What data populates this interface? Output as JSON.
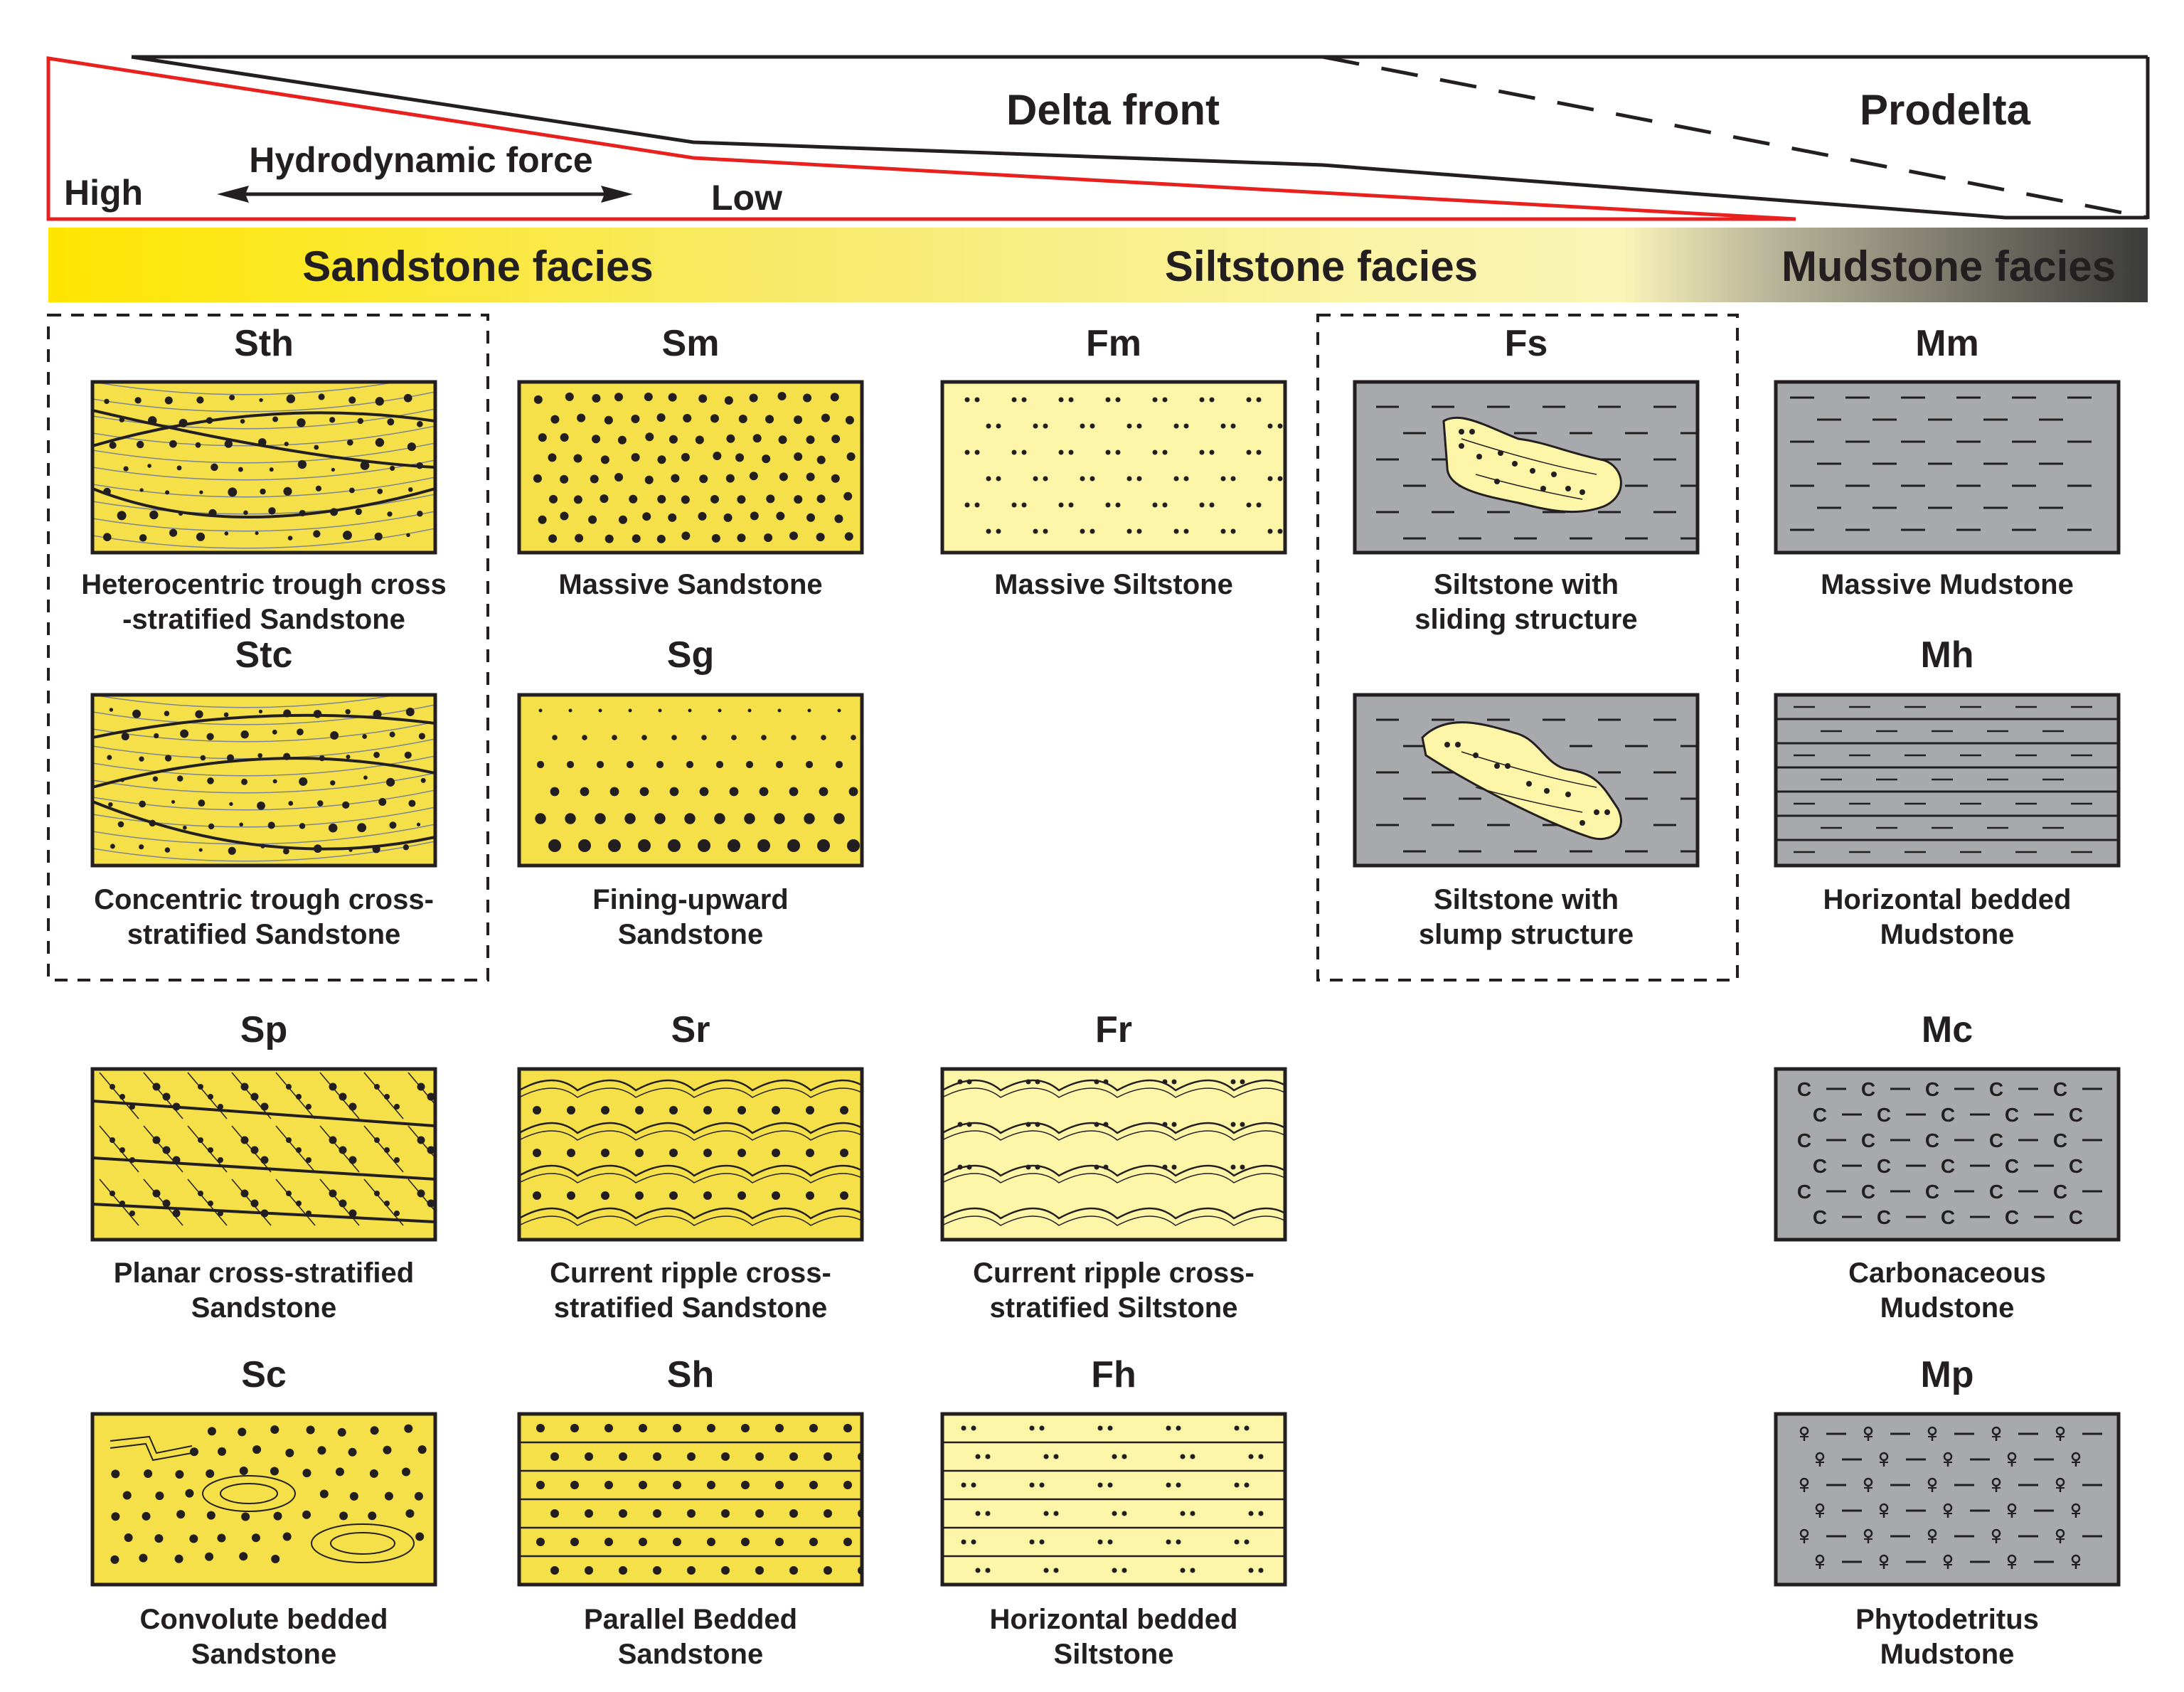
{
  "header": {
    "delta_front": "Delta front",
    "prodelta": "Prodelta",
    "hydrodynamic_force": "Hydrodynamic force",
    "high": "High",
    "low": "Low"
  },
  "band": {
    "sandstone": "Sandstone facies",
    "siltstone": "Siltstone facies",
    "mudstone": "Mudstone facies"
  },
  "facies": [
    {
      "code": "Sth",
      "caption": [
        "Heterocentric trough cross",
        "-stratified Sandstone"
      ],
      "fill": "#f5e04a",
      "pattern": "trough-hetero",
      "grouped": true
    },
    {
      "code": "Sm",
      "caption": [
        "Massive Sandstone"
      ],
      "fill": "#f5e04a",
      "pattern": "massive-sand"
    },
    {
      "code": "Fm",
      "caption": [
        "Massive Siltstone"
      ],
      "fill": "#fdf5a8",
      "pattern": "massive-silt"
    },
    {
      "code": "Fs",
      "caption": [
        "Siltstone with",
        "sliding structure"
      ],
      "fill": "#a7a9ac",
      "pattern": "sliding",
      "grouped": true
    },
    {
      "code": "Mm",
      "caption": [
        "Massive Mudstone"
      ],
      "fill": "#a7a9ac",
      "pattern": "massive-mud"
    },
    {
      "code": "Stc",
      "caption": [
        "Concentric trough cross-",
        "stratified Sandstone"
      ],
      "fill": "#f5e04a",
      "pattern": "trough-conc",
      "grouped": true
    },
    {
      "code": "Sg",
      "caption": [
        "Fining-upward",
        "Sandstone"
      ],
      "fill": "#f5e04a",
      "pattern": "fining"
    },
    {
      "code": "",
      "caption": [
        "Siltstone with",
        "slump structure"
      ],
      "fill": "#a7a9ac",
      "pattern": "slump",
      "grouped": true
    },
    {
      "code": "Mh",
      "caption": [
        "Horizontal bedded",
        "Mudstone"
      ],
      "fill": "#a7a9ac",
      "pattern": "horiz-mud"
    },
    {
      "code": "Sp",
      "caption": [
        "Planar cross-stratified",
        "Sandstone"
      ],
      "fill": "#f5e04a",
      "pattern": "planar"
    },
    {
      "code": "Sr",
      "caption": [
        "Current ripple cross-",
        "stratified Sandstone"
      ],
      "fill": "#f5e04a",
      "pattern": "ripple-sand"
    },
    {
      "code": "Fr",
      "caption": [
        "Current ripple cross-",
        "stratified Siltstone"
      ],
      "fill": "#fdf5a8",
      "pattern": "ripple-silt"
    },
    {
      "code": "Mc",
      "caption": [
        "Carbonaceous",
        "Mudstone"
      ],
      "fill": "#a7a9ac",
      "pattern": "carbon"
    },
    {
      "code": "Sc",
      "caption": [
        "Convolute bedded",
        "Sandstone"
      ],
      "fill": "#f5e04a",
      "pattern": "convolute"
    },
    {
      "code": "Sh",
      "caption": [
        "Parallel Bedded",
        "Sandstone"
      ],
      "fill": "#f5e04a",
      "pattern": "parallel"
    },
    {
      "code": "Fh",
      "caption": [
        "Horizontal bedded",
        "Siltstone"
      ],
      "fill": "#fdf5a8",
      "pattern": "horiz-silt"
    },
    {
      "code": "Mp",
      "caption": [
        "Phytodetritus",
        "Mudstone"
      ],
      "fill": "#a7a9ac",
      "pattern": "phyto"
    }
  ],
  "colors": {
    "sandstone": "#f5e04a",
    "siltstone": "#fdf5a8",
    "mudstone": "#a7a9ac",
    "band_start": "#ffe600",
    "band_end": "#3a3a3a",
    "red_line": "#e8211f",
    "outline": "#231f20"
  }
}
